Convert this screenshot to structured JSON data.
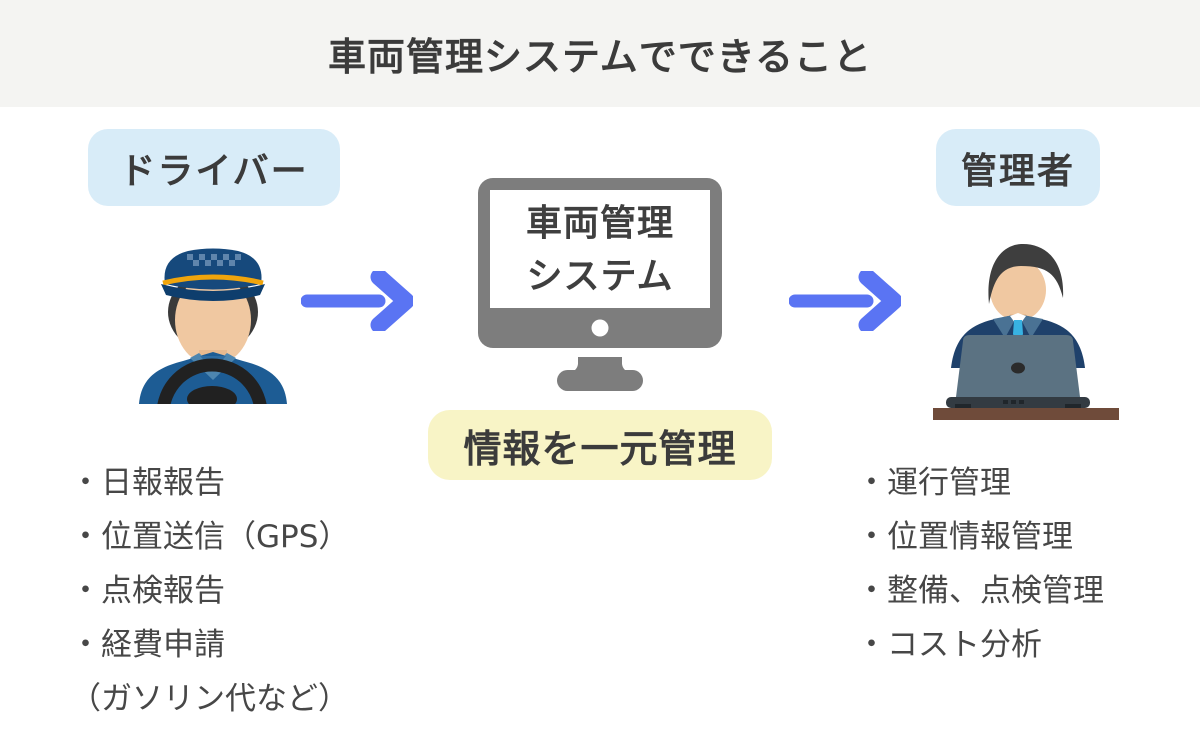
{
  "header": {
    "title": "車両管理システムでできること"
  },
  "driver": {
    "label": "ドライバー",
    "items": [
      "・日報報告",
      "・位置送信（GPS）",
      "・点検報告",
      "・経費申請",
      "（ガソリン代など）"
    ]
  },
  "system": {
    "screen_line1": "車両管理",
    "screen_line2": "システム",
    "caption": "情報を一元管理"
  },
  "manager": {
    "label": "管理者",
    "items": [
      "・運行管理",
      "・位置情報管理",
      "・整備、点検管理",
      "・コスト分析"
    ]
  },
  "icons": {
    "driver_avatar": "taxi-driver-with-steering-wheel-icon",
    "system_monitor": "desktop-monitor-icon",
    "flow_arrow_left": "right-arrow-icon",
    "flow_arrow_right": "right-arrow-icon",
    "manager_avatar": "person-at-laptop-icon"
  },
  "colors": {
    "header_bg": "#f4f4f2",
    "label_bg": "#d8ecf8",
    "caption_bg": "#f8f4c6",
    "arrow_blue": "#5a74f3",
    "monitor_gray": "#7d7d7d",
    "heading_text": "#3b3b3b",
    "list_text": "#474747"
  }
}
